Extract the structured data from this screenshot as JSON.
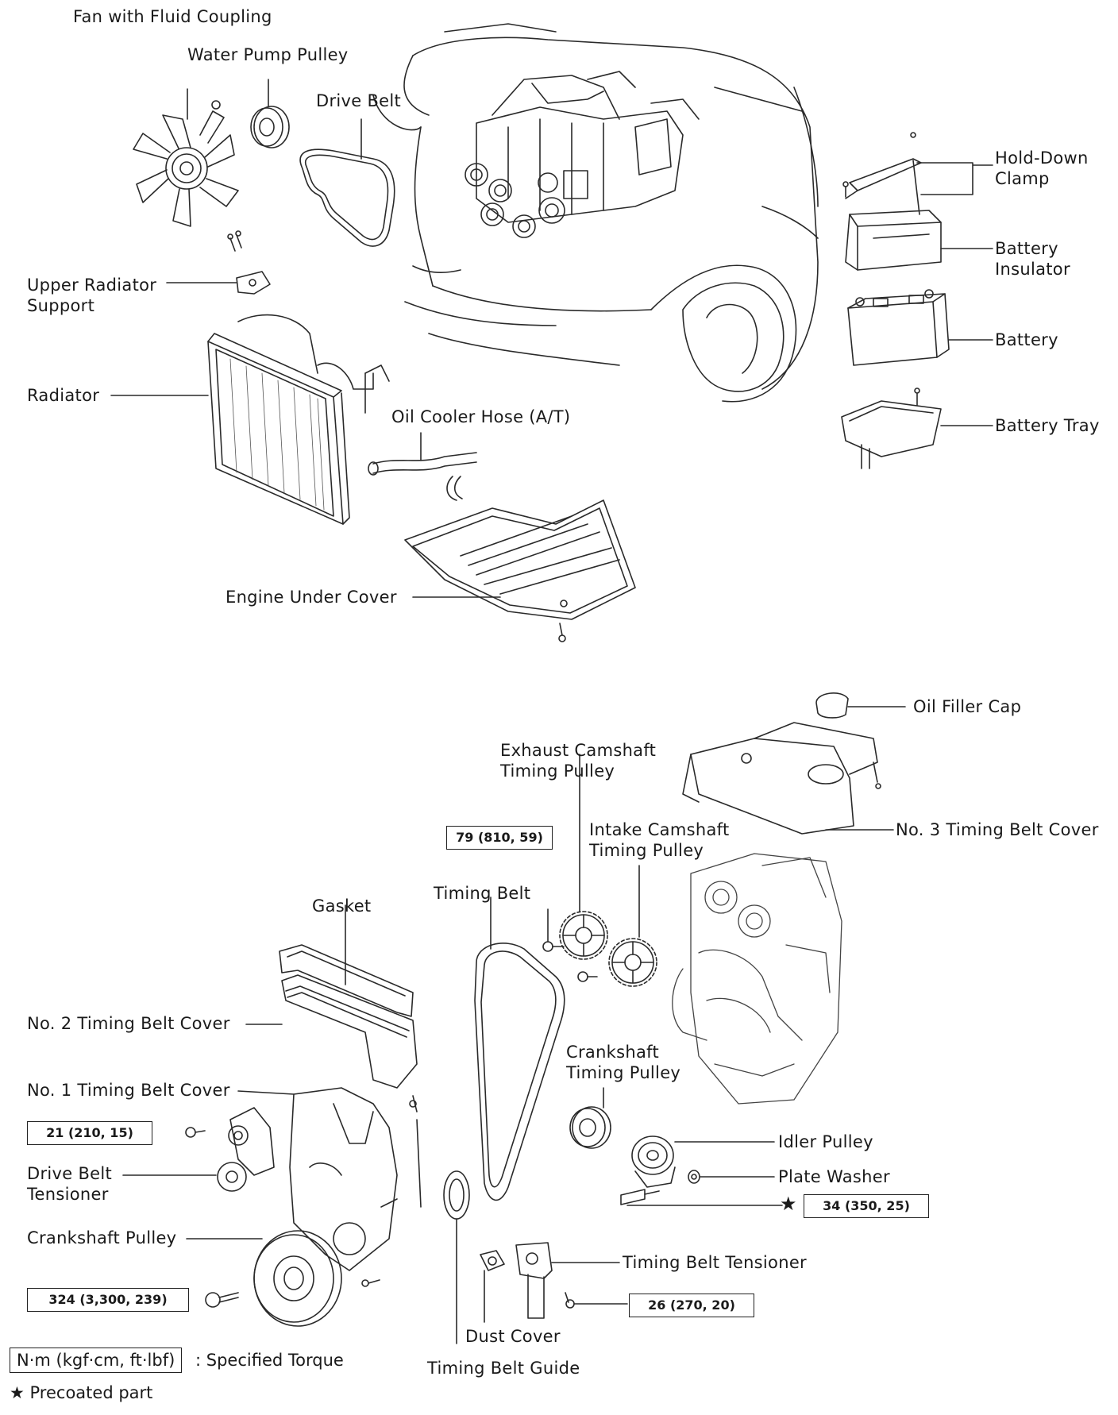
{
  "labels": {
    "fan_with_fluid_coupling": "Fan with Fluid Coupling",
    "water_pump_pulley": "Water Pump Pulley",
    "drive_belt": "Drive Belt",
    "hold_down_clamp": [
      "Hold-Down",
      "Clamp"
    ],
    "battery_insulator": [
      "Battery",
      "Insulator"
    ],
    "upper_radiator_support": [
      "Upper Radiator",
      "Support"
    ],
    "battery": "Battery",
    "radiator": "Radiator",
    "oil_cooler_hose": "Oil Cooler Hose (A/T)",
    "battery_tray": "Battery Tray",
    "engine_under_cover": "Engine Under Cover",
    "oil_filler_cap": "Oil Filler Cap",
    "exhaust_camshaft_timing_pulley": [
      "Exhaust Camshaft",
      "Timing Pulley"
    ],
    "no3_timing_belt_cover": "No. 3 Timing Belt Cover",
    "intake_camshaft_timing_pulley": [
      "Intake Camshaft",
      "Timing Pulley"
    ],
    "timing_belt": "Timing Belt",
    "gasket": "Gasket",
    "no2_timing_belt_cover": "No. 2 Timing Belt Cover",
    "crankshaft_timing_pulley": [
      "Crankshaft",
      "Timing Pulley"
    ],
    "no1_timing_belt_cover": "No. 1 Timing Belt Cover",
    "idler_pulley": "Idler Pulley",
    "drive_belt_tensioner": [
      "Drive Belt",
      "Tensioner"
    ],
    "plate_washer": "Plate Washer",
    "crankshaft_pulley": "Crankshaft Pulley",
    "timing_belt_tensioner": "Timing Belt Tensioner",
    "dust_cover": "Dust Cover",
    "timing_belt_guide": "Timing Belt Guide"
  },
  "torques": {
    "camshaft_bolt": "79 (810, 59)",
    "drive_belt_tensioner_bolt": "21 (210, 15)",
    "idler_pulley_bolt": "34 (350, 25)",
    "crankshaft_pulley_bolt": "324 (3,300, 239)",
    "timing_belt_tensioner_bolt": "26 (270, 20)"
  },
  "legend": {
    "torque_unit": "N·m (kgf·cm, ft·lbf)",
    "torque_desc": ": Specified Torque",
    "precoated_symbol": "★",
    "precoated_desc": "Precoated part"
  }
}
